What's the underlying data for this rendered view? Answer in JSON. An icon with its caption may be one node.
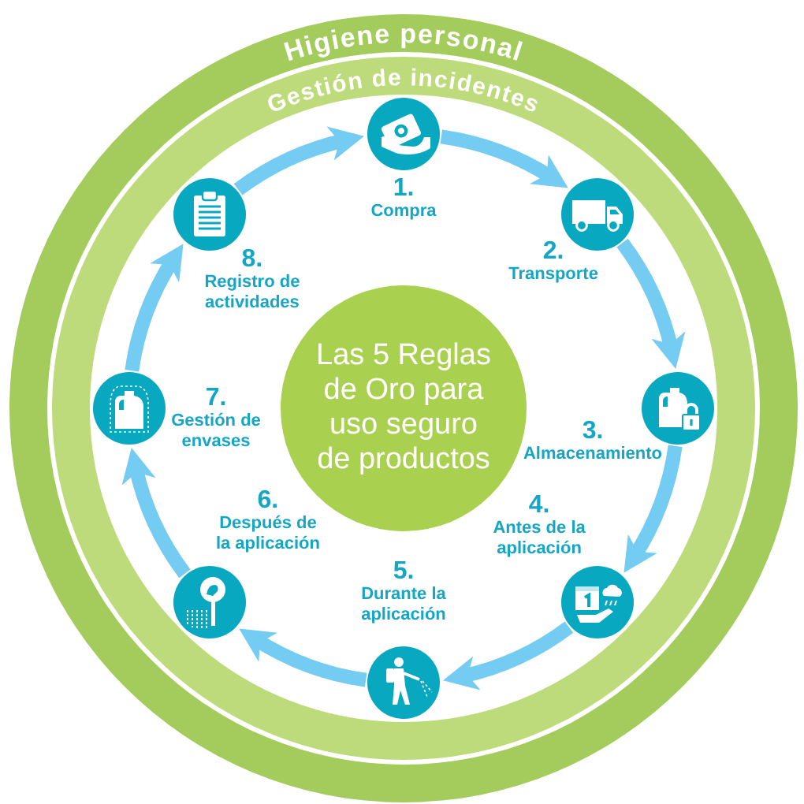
{
  "diagram": {
    "nodes": [
      {
        "text": [
          "Higiene personal"
        ]
      },
      {
        "text": [
          "Gestión de incidentes"
        ],
        "in": 0
      },
      {
        "text": [
          "Las 5 Reglas de Oro para uso seguro de productos"
        ],
        "in": 1
      },
      {
        "text": [],
        "shape": "circle",
        "in": 1,
        "beside": [
          "1.",
          "Compra"
        ]
      },
      {
        "text": [],
        "shape": "circle",
        "in": 1,
        "beside": [
          "2.",
          "Transporte"
        ]
      },
      {
        "text": [],
        "shape": "circle",
        "in": 1,
        "beside": [
          "3.",
          "Almacenamiento"
        ]
      },
      {
        "text": [],
        "shape": "circle",
        "in": 1,
        "beside": [
          "4.",
          "Antes de la aplicación"
        ]
      },
      {
        "text": [],
        "shape": "circle",
        "in": 1,
        "beside": [
          "5.",
          "Durante la aplicación"
        ]
      },
      {
        "text": [],
        "shape": "circle",
        "in": 1,
        "beside": [
          "6.",
          "Después de la aplicación"
        ]
      },
      {
        "text": [],
        "shape": "circle",
        "in": 1,
        "beside": [
          "7.",
          "Gestión de envases"
        ]
      },
      {
        "text": [],
        "shape": "circle",
        "in": 1,
        "beside": [
          "8.",
          "Registro de actividades"
        ]
      }
    ],
    "edges": [
      {
        "from": 3,
        "to": 4,
        "arrow": "to"
      },
      {
        "from": 4,
        "to": 5,
        "arrow": "to"
      },
      {
        "from": 5,
        "to": 6,
        "arrow": "to"
      },
      {
        "from": 6,
        "to": 7,
        "arrow": "to"
      },
      {
        "from": 7,
        "to": 8,
        "arrow": "to"
      },
      {
        "from": 8,
        "to": 9,
        "arrow": "to"
      },
      {
        "from": 9,
        "to": 10,
        "arrow": "to"
      },
      {
        "from": 10,
        "to": 3,
        "arrow": "to"
      }
    ]
  }
}
